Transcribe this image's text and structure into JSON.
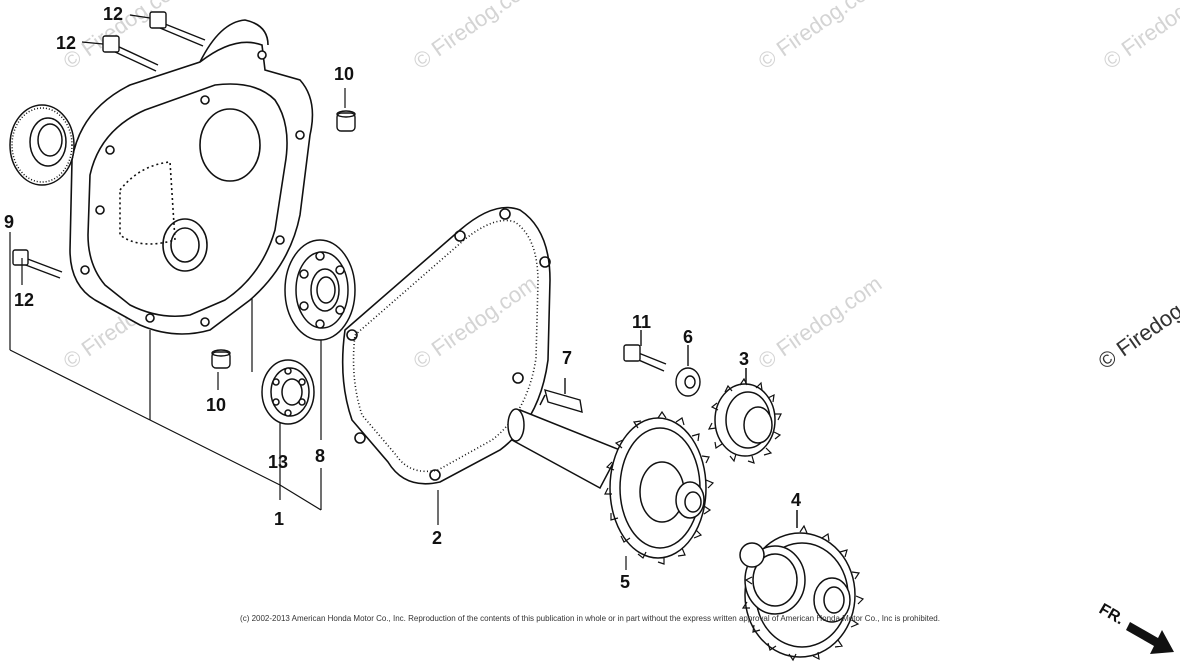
{
  "diagram": {
    "callouts": [
      {
        "id": "c12a",
        "text": "12"
      },
      {
        "id": "c12b",
        "text": "12"
      },
      {
        "id": "c10a",
        "text": "10"
      },
      {
        "id": "c9",
        "text": "9"
      },
      {
        "id": "c12c",
        "text": "12"
      },
      {
        "id": "c10b",
        "text": "10"
      },
      {
        "id": "c13",
        "text": "13"
      },
      {
        "id": "c8",
        "text": "8"
      },
      {
        "id": "c1",
        "text": "1"
      },
      {
        "id": "c2",
        "text": "2"
      },
      {
        "id": "c7",
        "text": "7"
      },
      {
        "id": "c11",
        "text": "11"
      },
      {
        "id": "c6",
        "text": "6"
      },
      {
        "id": "c3",
        "text": "3"
      },
      {
        "id": "c5",
        "text": "5"
      },
      {
        "id": "c4",
        "text": "4"
      }
    ],
    "watermark": "© Firedog.com",
    "front_marker": "FR.",
    "copyright": "(c) 2002-2013 American Honda Motor Co., Inc. Reproduction of the contents of this publication in whole or in part without the express written approval of American Honda Motor Co., Inc is prohibited."
  }
}
